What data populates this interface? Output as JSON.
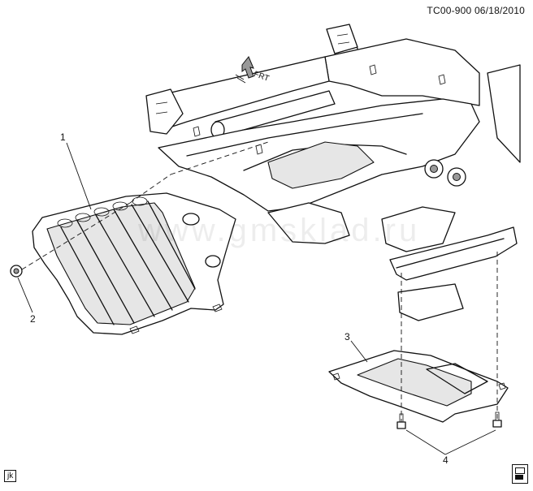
{
  "header": {
    "drawing_code": "TC00-900",
    "date": "06/18/2010"
  },
  "callouts": {
    "c1": "1",
    "c2": "2",
    "c3": "3",
    "c4": "4"
  },
  "front_arrow": {
    "label": "FRT"
  },
  "watermark": {
    "text": "www.gmsklad.ru"
  },
  "footer": {
    "author_initials": "jk"
  }
}
